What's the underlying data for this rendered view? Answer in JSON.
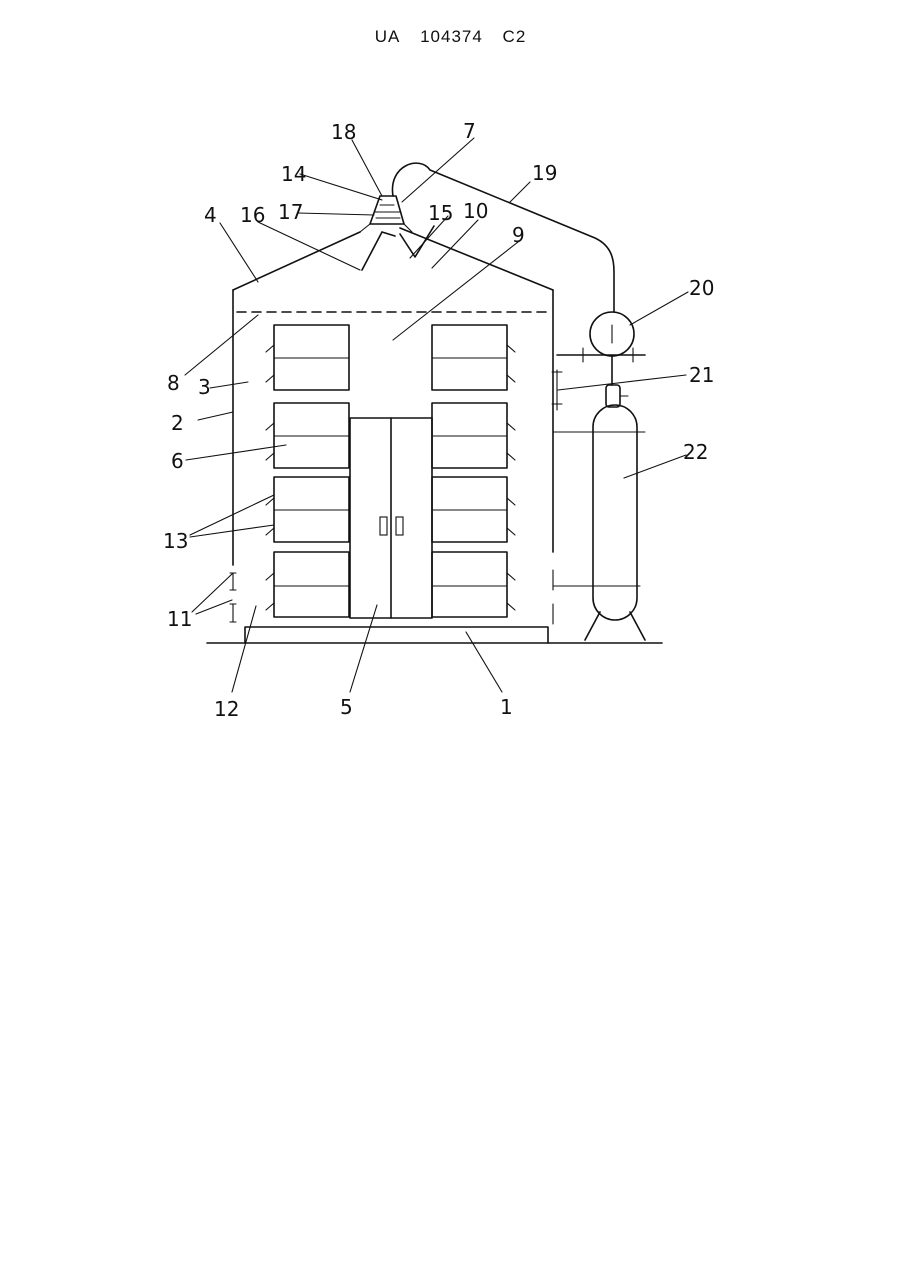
{
  "header": {
    "country": "UA",
    "number": "104374",
    "kind": "C2"
  },
  "labels": [
    "18",
    "7",
    "14",
    "19",
    "17",
    "4",
    "16",
    "15",
    "10",
    "9",
    "20",
    "8",
    "3",
    "21",
    "2",
    "6",
    "22",
    "13",
    "11",
    "12",
    "5",
    "1"
  ]
}
